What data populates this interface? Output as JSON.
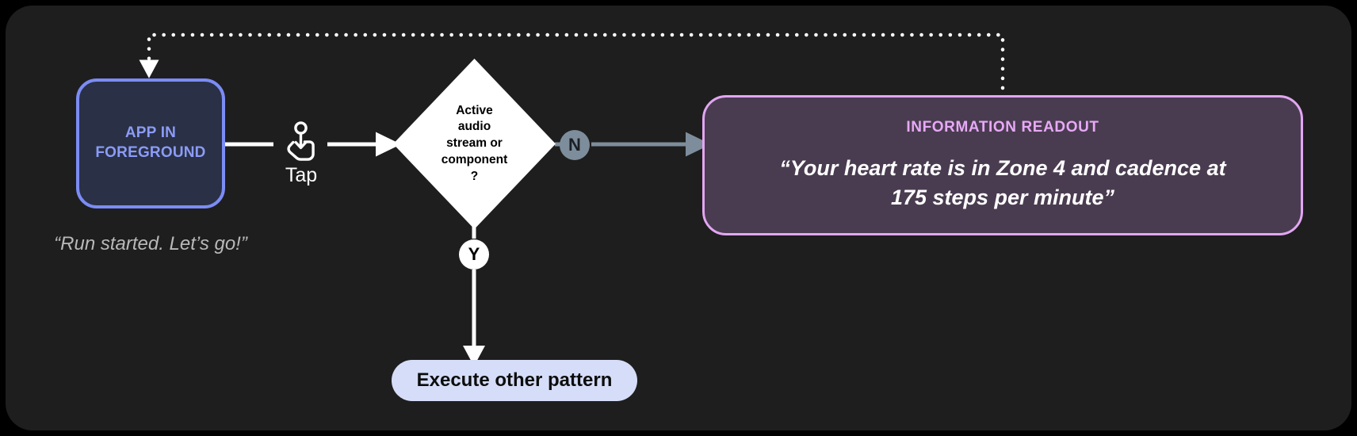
{
  "canvas": {
    "background_color": "#1e1e1e",
    "page_background": "#000000"
  },
  "nodes": {
    "app_foreground": {
      "label": "APP IN\nFOREGROUND",
      "caption": "“Run started.\nLet’s go!”",
      "fill_color": "#2a3045",
      "border_color": "#7b8cf5",
      "text_color": "#8b9bf8",
      "caption_color": "#b9b9b9"
    },
    "gesture": {
      "icon": "tap-hand-icon",
      "label": "Tap",
      "color": "#ffffff"
    },
    "decision": {
      "text": "Active\naudio\nstream or\ncomponent\n?",
      "fill_color": "#ffffff",
      "text_color": "#000000"
    },
    "readout": {
      "title": "INFORMATION READOUT",
      "body": "“Your heart rate is in Zone 4 and cadence at\n175 steps per minute”",
      "fill_color": "#4a3c50",
      "border_color": "#e2a6f2",
      "title_color": "#e7a9f7",
      "body_color": "#ffffff"
    },
    "execute_pattern": {
      "label": "Execute other pattern",
      "fill_color": "#d5ddf8",
      "text_color": "#0d0d0d"
    }
  },
  "badges": {
    "no": {
      "label": "N",
      "fill_color": "#7d8d9c",
      "text_color": "#1a1f26"
    },
    "yes": {
      "label": "Y",
      "fill_color": "#ffffff",
      "text_color": "#000000"
    }
  },
  "connectors": {
    "app_to_tap_color": "#ffffff",
    "tap_to_decision_color": "#ffffff",
    "decision_to_readout_color": "#7d8d9c",
    "decision_to_execute_color": "#ffffff",
    "feedback_loop_color": "#ffffff",
    "feedback_loop_style": "dotted"
  }
}
